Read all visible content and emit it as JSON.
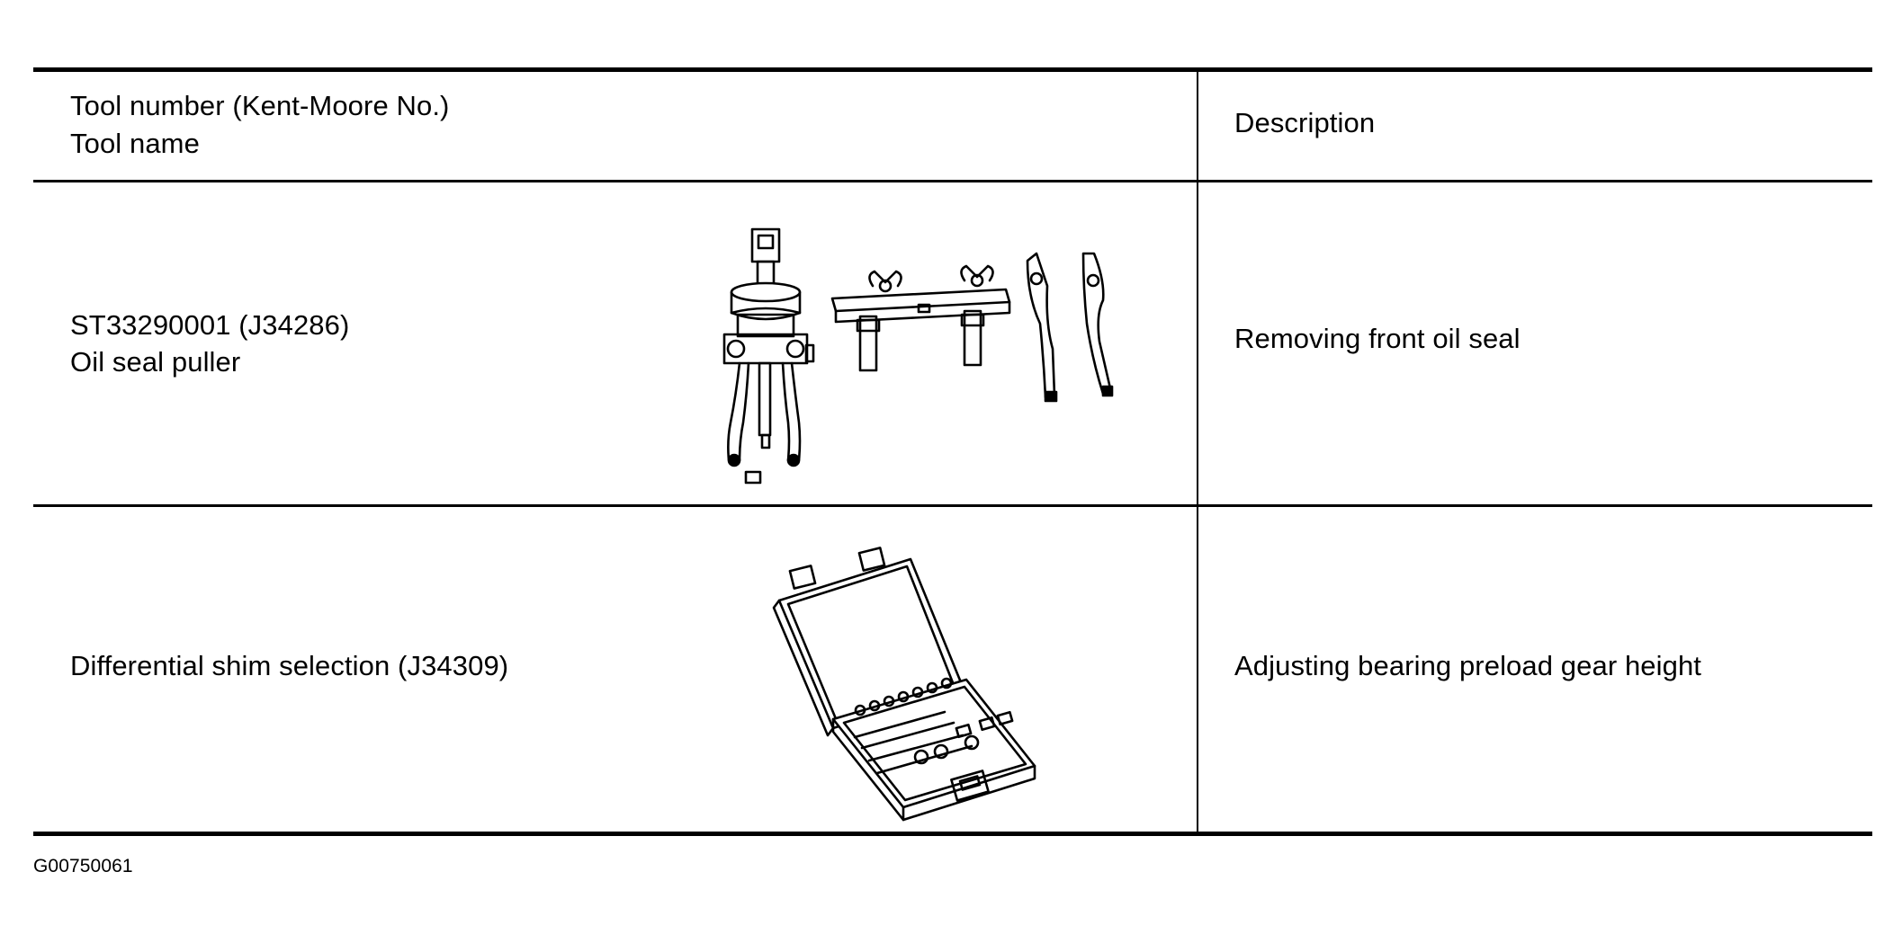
{
  "table": {
    "header": {
      "col1_line1": "Tool number (Kent-Moore No.)",
      "col1_line2": "Tool name",
      "col2": "Description"
    },
    "rows": [
      {
        "tool_number": "ST33290001 (J34286)",
        "tool_name": "Oil seal puller",
        "illustration": "oil-seal-puller-illustration",
        "description": "Removing front oil seal"
      },
      {
        "tool_number": "Differential shim selection (J34309)",
        "illustration": "shim-selection-kit-illustration",
        "description": "Adjusting bearing preload gear height"
      }
    ]
  },
  "figure_id": "G00750061"
}
